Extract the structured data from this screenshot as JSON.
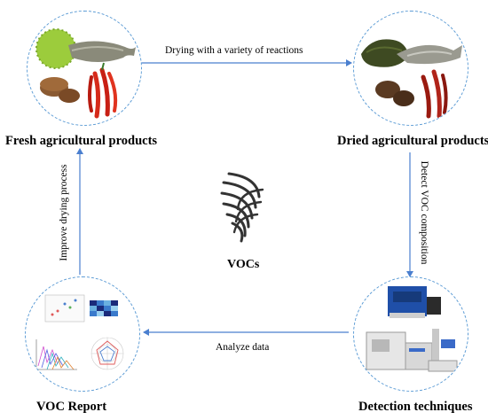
{
  "nodes": {
    "fresh": {
      "title": "Fresh agricultural products"
    },
    "dried": {
      "title": "Dried agricultural products"
    },
    "detection": {
      "title": "Detection techniques"
    },
    "report": {
      "title": "VOC Report"
    }
  },
  "center": {
    "label": "VOCs"
  },
  "edges": {
    "top": "Drying with a variety of reactions",
    "right": "Detect VOC composition",
    "bottom": "Analyze data",
    "left": "Improve drying process"
  },
  "colors": {
    "arrow": "#4a7fcf",
    "circle_border": "#5b9bd5",
    "vocs_swirl": "#333333"
  },
  "icons": {
    "center": "voc-swirl-icon",
    "report_charts": [
      "scatter-plot-icon",
      "heatmap-icon",
      "3d-spectra-icon",
      "radar-chart-icon"
    ],
    "detection": [
      "gc-ms-instrument-icon",
      "autosampler-icon",
      "blue-analyzer-box-icon"
    ]
  }
}
